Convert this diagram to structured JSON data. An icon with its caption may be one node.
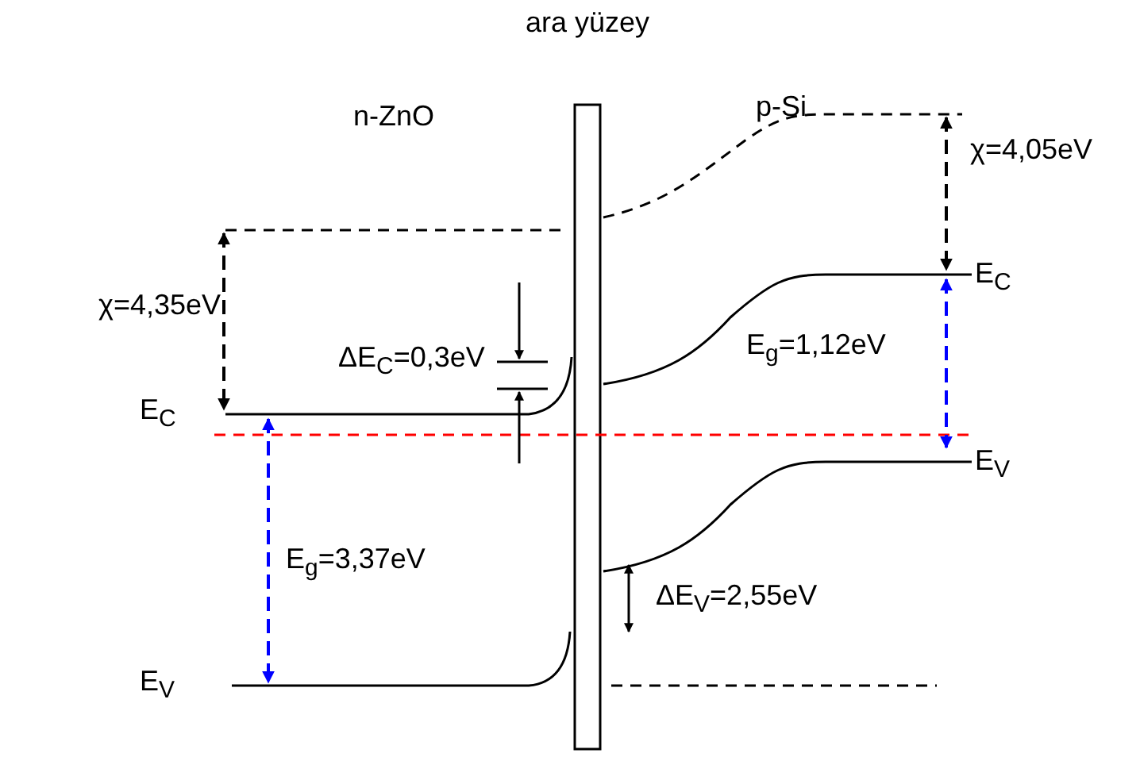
{
  "diagram": {
    "labels": [
      "ara yüzey",
      "p-Si",
      "n-ZnO",
      "χ=4,05eV",
      "χ=4,35eV",
      "E$_{C}$",
      "E$_{g}$=1,12eV",
      "ΔE$_{C}$=0,3eV",
      "E$_{C}$",
      "E$_{V}$",
      "E$_{g}$=3,37eV",
      "ΔE$_{V}$=2,55eV",
      "E$_{V}$"
    ]
  }
}
